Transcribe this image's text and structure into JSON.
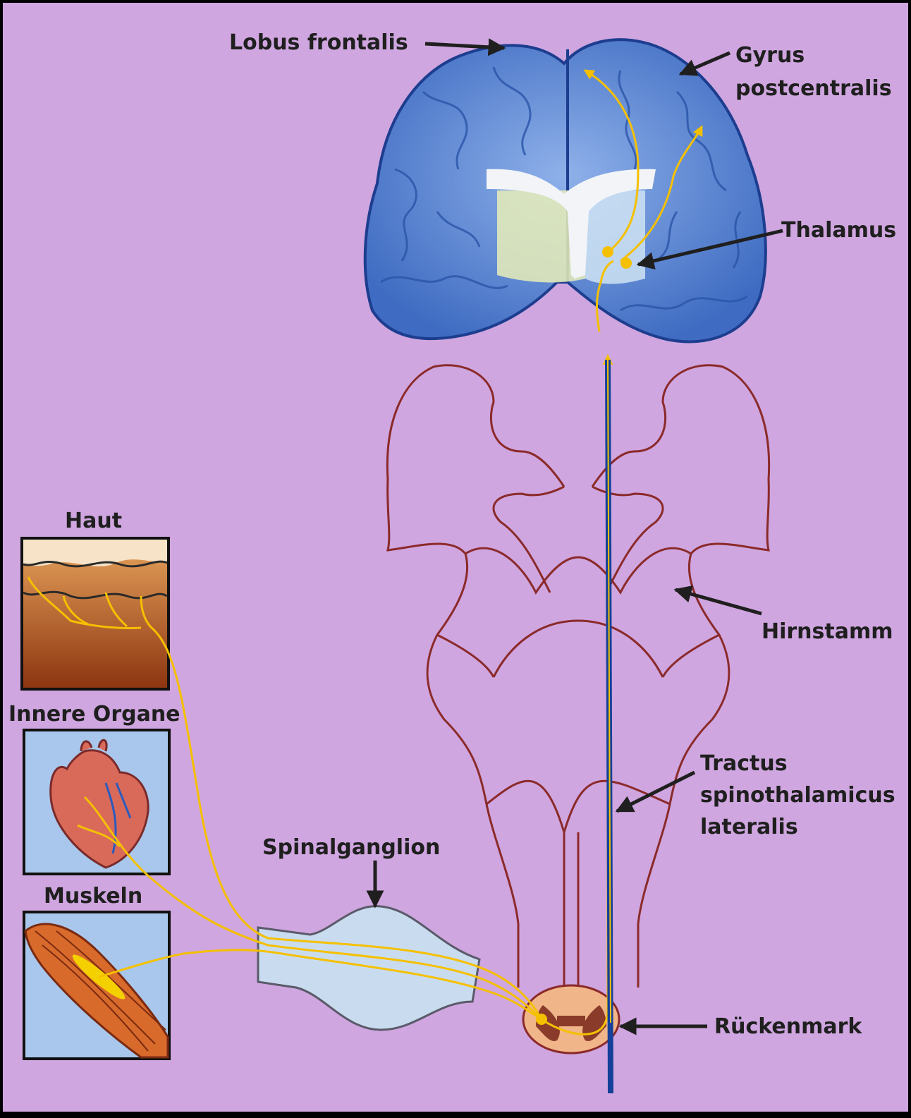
{
  "labels": {
    "lobus_frontalis": "Lobus frontalis",
    "gyrus_line1": "Gyrus",
    "gyrus_line2": "postcentralis",
    "thalamus": "Thalamus",
    "hirnstamm": "Hirnstamm",
    "tractus_line1": "Tractus",
    "tractus_line2": "spinothalamicus",
    "tractus_line3": "lateralis",
    "rueckenmark": "Rückenmark",
    "spinalganglion": "Spinalganglion",
    "haut": "Haut",
    "innere_organe": "Innere Organe",
    "muskeln": "Muskeln"
  },
  "colors": {
    "background": "#cfa6df",
    "brain": "#4f7fd0",
    "brainstem_outline": "#8b2a2a",
    "nerve_path": "#f5c000",
    "tract": "#14409a",
    "label_text": "#1f1f1f"
  }
}
